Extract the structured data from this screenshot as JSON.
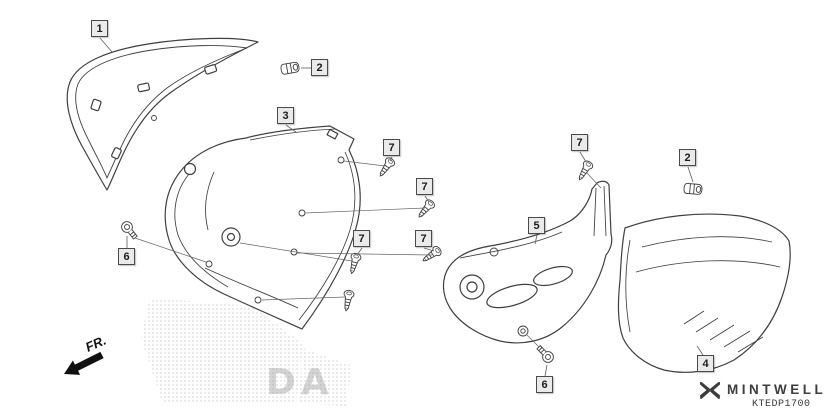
{
  "diagram": {
    "fr_label": "FR.",
    "drawing_code": "KTEDP1700",
    "brand_name": "MINTWELL",
    "watermark": "DA",
    "callouts": [
      {
        "label": "1"
      },
      {
        "label": "2"
      },
      {
        "label": "3"
      },
      {
        "label": "7"
      },
      {
        "label": "7"
      },
      {
        "label": "7"
      },
      {
        "label": "7"
      },
      {
        "label": "6"
      },
      {
        "label": "7"
      },
      {
        "label": "2"
      },
      {
        "label": "5"
      },
      {
        "label": "6"
      },
      {
        "label": "4"
      }
    ]
  }
}
